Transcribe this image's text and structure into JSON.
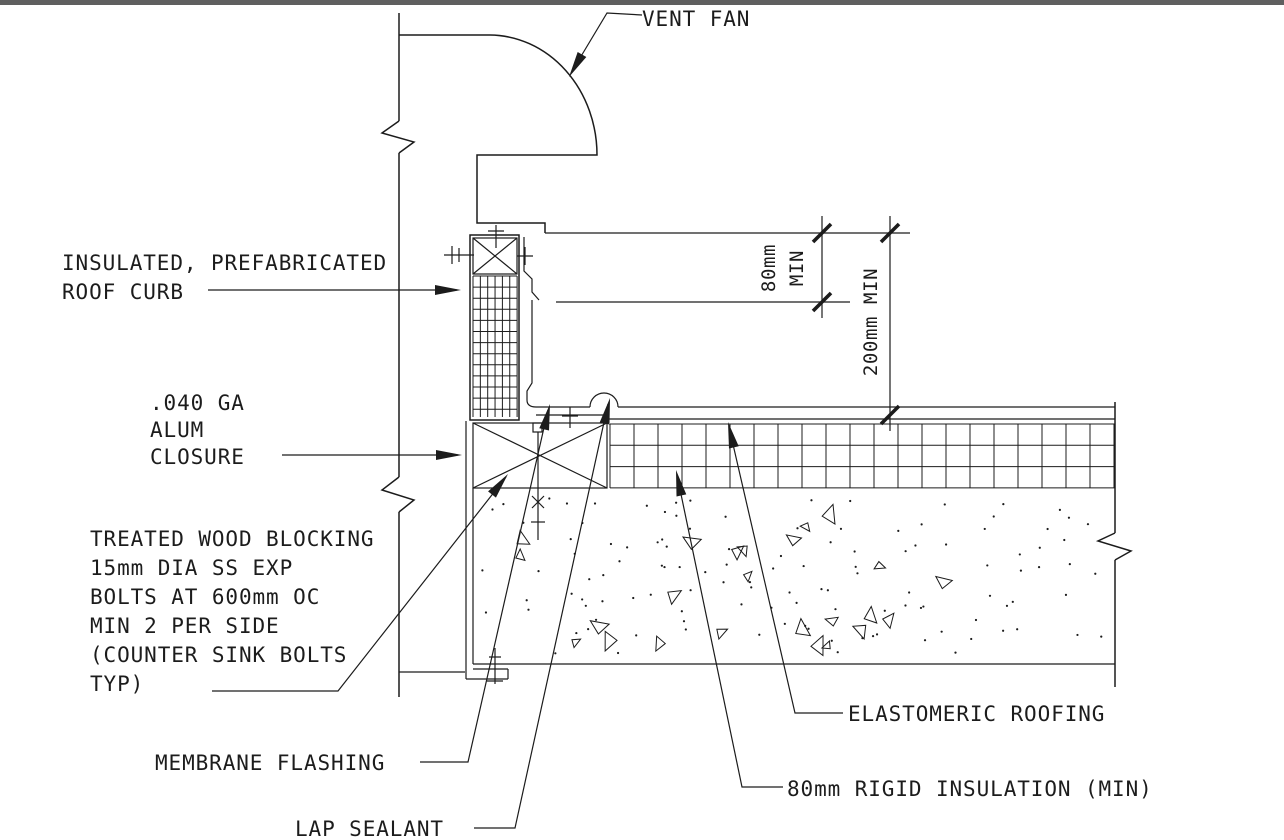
{
  "drawing": {
    "callouts": {
      "vent_fan": [
        "VENT FAN"
      ],
      "roof_curb": [
        "INSULATED, PREFABRICATED",
        "ROOF CURB"
      ],
      "alum_closure": [
        ".040 GA",
        "ALUM",
        "CLOSURE"
      ],
      "wood_blocking": [
        "TREATED WOOD BLOCKING",
        "15mm DIA SS EXP",
        "BOLTS AT 600mm OC",
        "MIN 2 PER SIDE",
        "(COUNTER SINK BOLTS",
        "TYP)"
      ],
      "membrane_flashing": [
        "MEMBRANE FLASHING"
      ],
      "lap_sealant": [
        "LAP SEALANT"
      ],
      "elastomeric_roofing": [
        "ELASTOMERIC ROOFING"
      ],
      "rigid_insulation": [
        "80mm RIGID INSULATION (MIN)"
      ]
    },
    "dimensions": {
      "flashing_height": "80mm",
      "flashing_height_suffix": "MIN",
      "curb_height": "200mm MIN"
    },
    "colors": {
      "ink": "#1c1c1c",
      "paper": "#ffffff",
      "top_border": "#5f5f5f"
    }
  }
}
